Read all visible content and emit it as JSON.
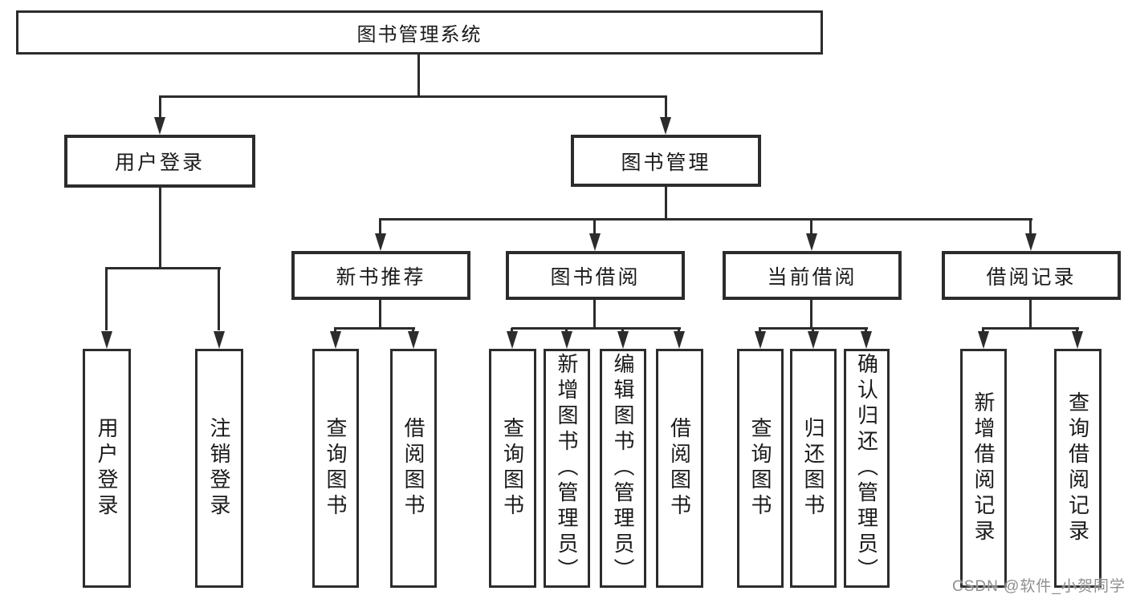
{
  "colors": {
    "line": "#2c2c2c",
    "text": "#1a1a1a",
    "background": "#ffffff",
    "watermark": "#8f8f8f"
  },
  "watermark": {
    "text": "CSDN @软件_小贺同学"
  },
  "tree": {
    "label": "图书管理系统",
    "children": [
      {
        "label": "用户登录",
        "children": [
          {
            "label": "用户登录"
          },
          {
            "label": "注销登录"
          }
        ]
      },
      {
        "label": "图书管理",
        "children": [
          {
            "label": "新书推荐",
            "children": [
              {
                "label": "查询图书"
              },
              {
                "label": "借阅图书"
              }
            ]
          },
          {
            "label": "图书借阅",
            "children": [
              {
                "label": "查询图书"
              },
              {
                "label": "新增图书（管理员）"
              },
              {
                "label": "编辑图书（管理员）"
              },
              {
                "label": "借阅图书"
              }
            ]
          },
          {
            "label": "当前借阅",
            "children": [
              {
                "label": "查询图书"
              },
              {
                "label": "归还图书"
              },
              {
                "label": "确认归还（管理员）"
              }
            ]
          },
          {
            "label": "借阅记录",
            "children": [
              {
                "label": "新增借阅记录"
              },
              {
                "label": "查询借阅记录"
              }
            ]
          }
        ]
      }
    ]
  }
}
